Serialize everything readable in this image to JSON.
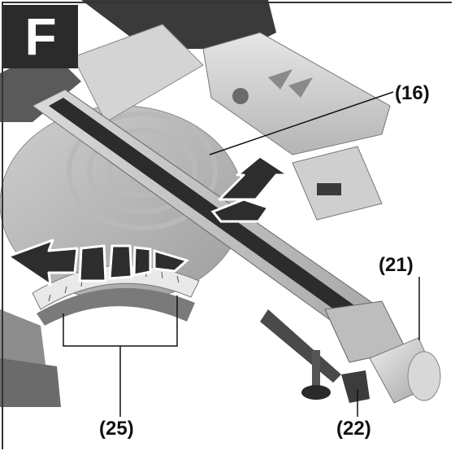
{
  "figure": {
    "panel_label": "F",
    "callouts": {
      "c16": "(16)",
      "c21": "(21)",
      "c25": "(25)",
      "c22": "(22)"
    }
  }
}
